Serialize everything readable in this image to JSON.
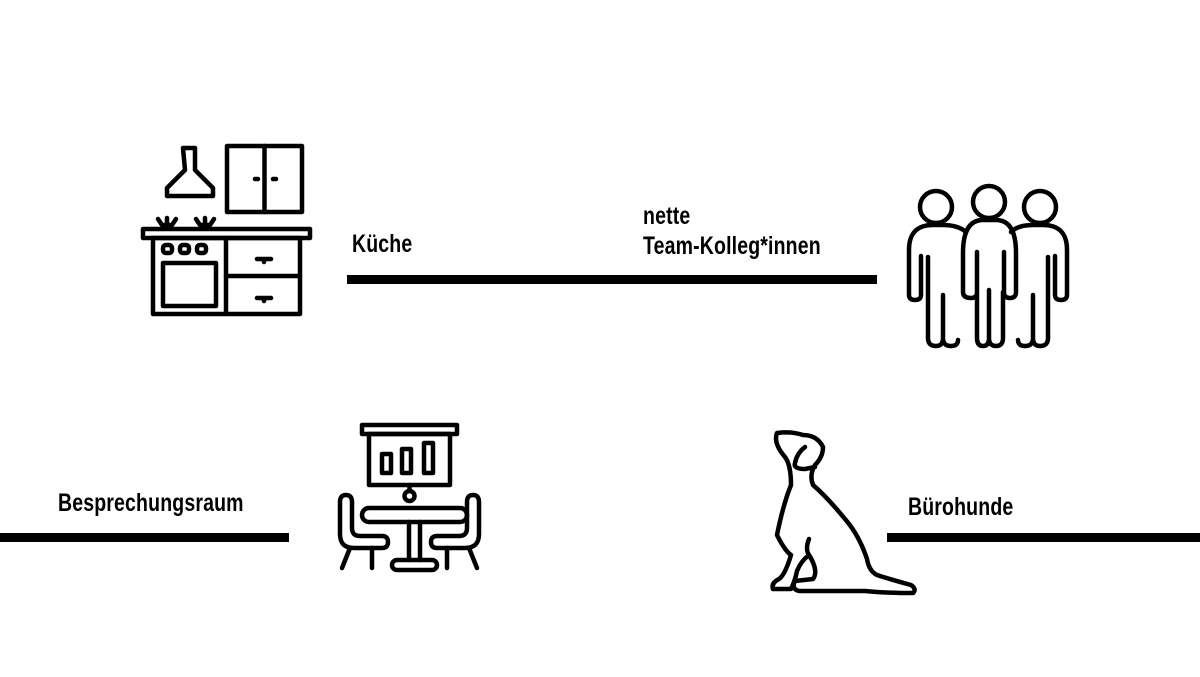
{
  "labels": {
    "kitchen": "Küche",
    "colleagues_line1": "nette",
    "colleagues_line2": "Team-Kolleg*innen",
    "meeting_room": "Besprechungsraum",
    "office_dogs": "Bürohunde"
  },
  "icons": {
    "kitchen": "kitchen-icon",
    "team": "team-people-icon",
    "meeting": "meeting-room-icon",
    "dog": "dog-icon"
  },
  "colors": {
    "foreground": "#000000",
    "background": "#ffffff"
  }
}
